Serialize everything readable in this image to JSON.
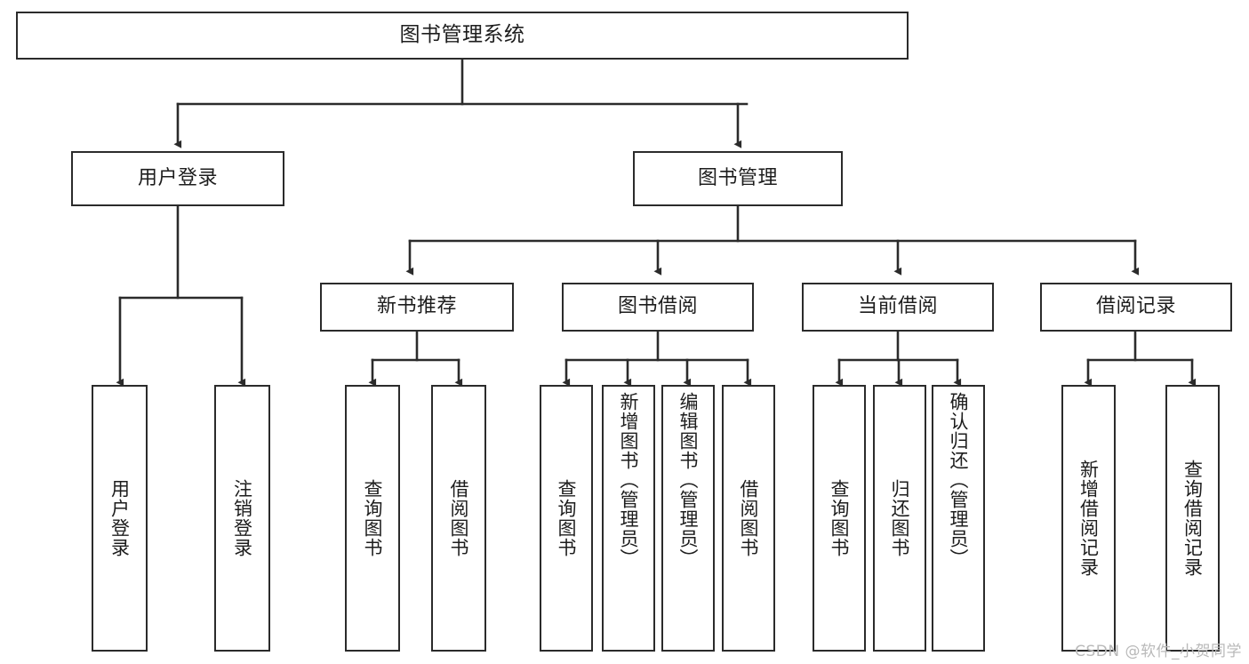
{
  "diagram": {
    "title": "图书管理系统",
    "type": "tree",
    "watermark": "CSDN @软件_小贺同学",
    "colors": {
      "border": "#2b2b2b",
      "fill": "#ffffff",
      "text": "#1d1d1d",
      "edge": "#2b2b2b",
      "watermark": "#b9b9b9"
    },
    "nodes": {
      "root": {
        "label": "图书管理系统"
      },
      "tier1": [
        {
          "label": "用户登录"
        },
        {
          "label": "图书管理"
        }
      ],
      "tier2": [
        {
          "label": "新书推荐"
        },
        {
          "label": "图书借阅"
        },
        {
          "label": "当前借阅"
        },
        {
          "label": "借阅记录"
        }
      ],
      "leaves": {
        "user_login": [
          {
            "label": "用户登录"
          },
          {
            "label": "注销登录"
          }
        ],
        "new_book": [
          {
            "label": "查询图书"
          },
          {
            "label": "借阅图书"
          }
        ],
        "book_borrow": [
          {
            "label": "查询图书"
          },
          {
            "label": "新增图书（管理员）"
          },
          {
            "label": "编辑图书（管理员）"
          },
          {
            "label": "借阅图书"
          }
        ],
        "current_borrow": [
          {
            "label": "查询图书"
          },
          {
            "label": "归还图书"
          },
          {
            "label": "确认归还（管理员）"
          }
        ],
        "borrow_record": [
          {
            "label": "新增借阅记录"
          },
          {
            "label": "查询借阅记录"
          }
        ]
      }
    }
  }
}
